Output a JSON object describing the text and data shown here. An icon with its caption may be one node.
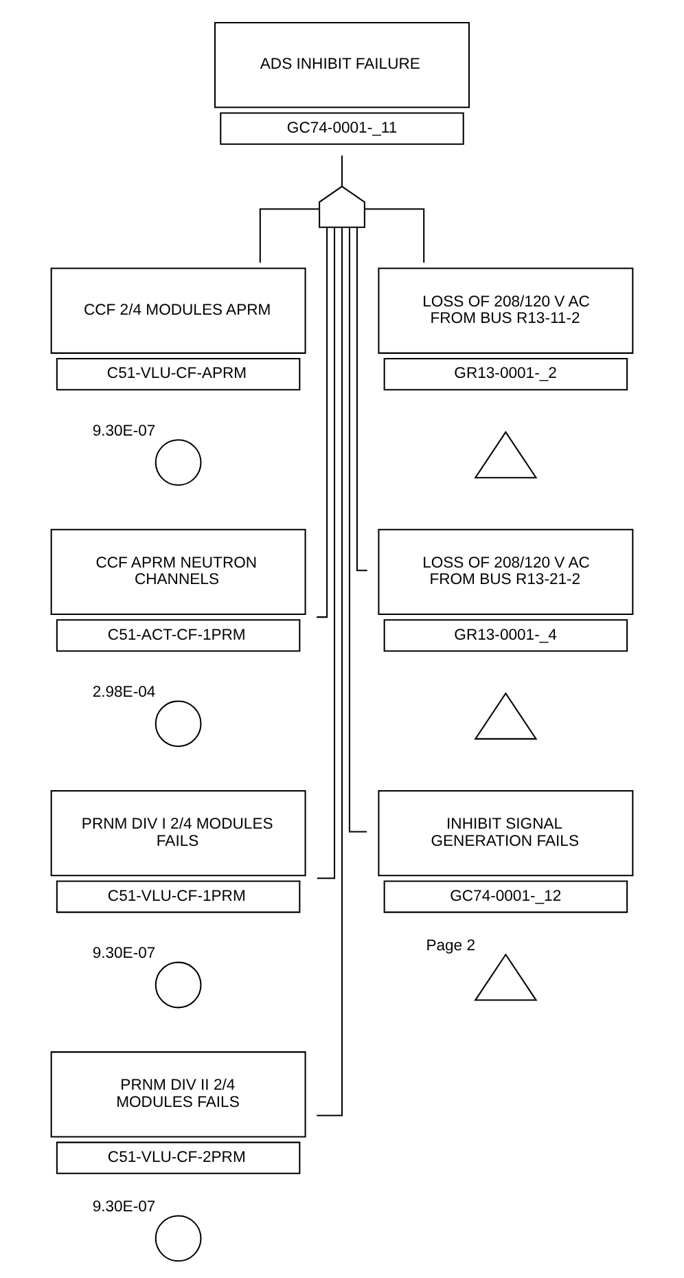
{
  "diagram": {
    "nodes": [
      {
        "text": [
          "ADS INHIBIT FAILURE",
          "GC74-0001-_11"
        ]
      },
      {
        "text": [],
        "shape": "gate"
      },
      {
        "text": [
          "CCF 2/4 MODULES APRM",
          "C51-VLU-CF-APRM"
        ]
      },
      {
        "text": [],
        "shape": "circle",
        "beside": [
          "9.30E-07"
        ]
      },
      {
        "text": [
          "LOSS OF 208/120 V AC FROM BUS R13-11-2",
          "GR13-0001-_2"
        ]
      },
      {
        "text": [],
        "shape": "triangle"
      },
      {
        "text": [
          "CCF APRM NEUTRON CHANNELS",
          "C51-ACT-CF-1PRM"
        ]
      },
      {
        "text": [],
        "shape": "circle",
        "beside": [
          "2.98E-04"
        ]
      },
      {
        "text": [
          "LOSS OF 208/120 V AC FROM BUS R13-21-2",
          "GR13-0001-_4"
        ]
      },
      {
        "text": [],
        "shape": "triangle"
      },
      {
        "text": [
          "PRNM DIV I 2/4 MODULES FAILS",
          "C51-VLU-CF-1PRM"
        ]
      },
      {
        "text": [],
        "shape": "circle",
        "beside": [
          "9.30E-07"
        ]
      },
      {
        "text": [
          "INHIBIT SIGNAL GENERATION FAILS",
          "GC74-0001-_12"
        ]
      },
      {
        "text": [],
        "shape": "triangle",
        "beside": [
          "Page 2"
        ]
      },
      {
        "text": [
          "PRNM DIV II 2/4 MODULES FAILS",
          "C51-VLU-CF-2PRM"
        ]
      },
      {
        "text": [],
        "shape": "circle",
        "beside": [
          "9.30E-07"
        ]
      }
    ],
    "edges": [
      {
        "from": 0,
        "to": 1,
        "arrow": "none"
      },
      {
        "from": 1,
        "to": 2,
        "arrow": "none"
      },
      {
        "from": 1,
        "to": 4,
        "arrow": "none"
      },
      {
        "from": 1,
        "to": 6,
        "arrow": "none"
      },
      {
        "from": 1,
        "to": 8,
        "arrow": "none"
      },
      {
        "from": 1,
        "to": 10,
        "arrow": "none"
      },
      {
        "from": 1,
        "to": 12,
        "arrow": "none"
      },
      {
        "from": 1,
        "to": 14,
        "arrow": "none"
      }
    ]
  }
}
